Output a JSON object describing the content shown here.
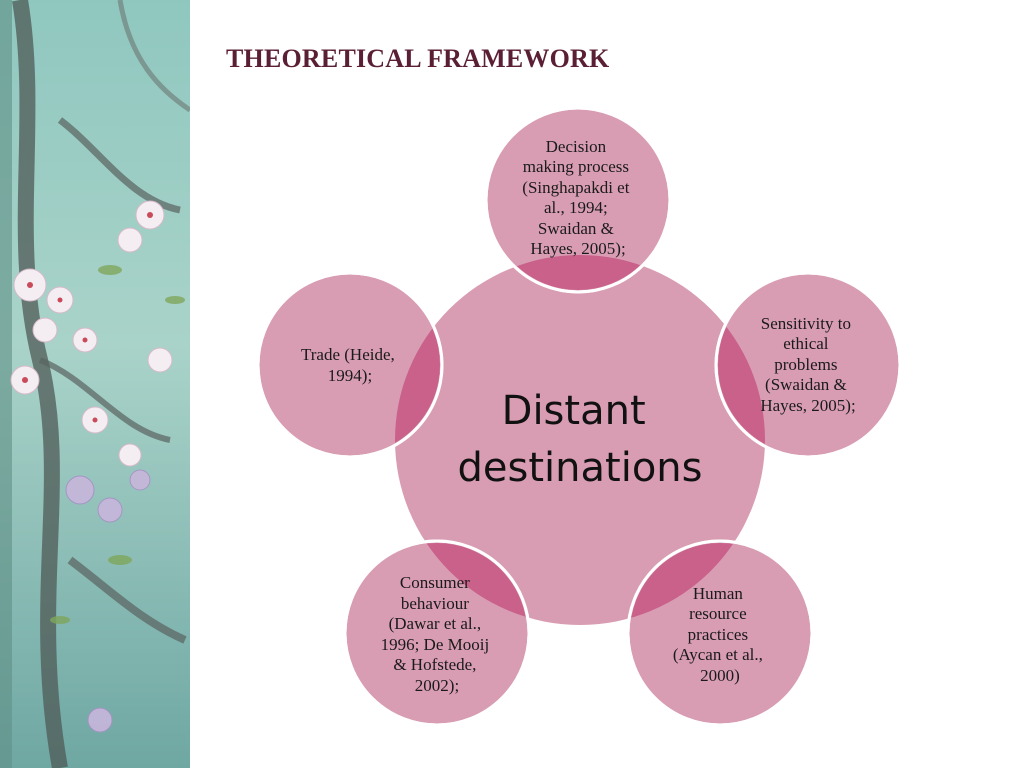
{
  "slide": {
    "title": "THEORETICAL FRAMEWORK"
  },
  "diagram": {
    "center": {
      "lines": [
        "Distant",
        "destinations"
      ]
    },
    "nodes": [
      {
        "id": "decision-making",
        "lines": [
          "Decision",
          "making process",
          "(Singhapakdi et",
          "al., 1994;",
          "Swaidan &",
          "Hayes, 2005);"
        ]
      },
      {
        "id": "sensitivity-ethical",
        "lines": [
          "Sensitivity to",
          "ethical",
          "problems",
          "(Swaidan &",
          "Hayes, 2005);"
        ]
      },
      {
        "id": "human-resource",
        "lines": [
          "Human",
          "resource",
          "practices",
          "(Aycan et al.,",
          "2000)"
        ]
      },
      {
        "id": "consumer-behaviour",
        "lines": [
          "Consumer",
          "behaviour",
          "(Dawar et al.,",
          "1996; De Mooij",
          "& Hofstede,",
          "2002);"
        ]
      },
      {
        "id": "trade",
        "lines": [
          "Trade (Heide,",
          "1994);"
        ]
      }
    ],
    "colors": {
      "circle_fill": "#d99db3",
      "overlap_fill": "#c9618a",
      "title": "#5a1f35"
    }
  }
}
